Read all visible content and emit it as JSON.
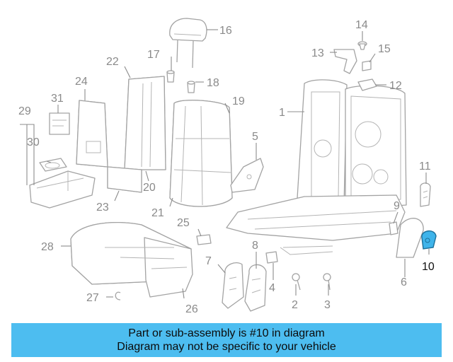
{
  "diagram": {
    "highlight_color": "#3fb4ea",
    "highlighted_part": "10",
    "callouts": [
      "1",
      "2",
      "3",
      "4",
      "5",
      "6",
      "7",
      "8",
      "9",
      "10",
      "11",
      "12",
      "13",
      "14",
      "15",
      "16",
      "17",
      "18",
      "19",
      "20",
      "21",
      "22",
      "23",
      "24",
      "25",
      "26",
      "27",
      "28",
      "29",
      "30",
      "31"
    ]
  },
  "caption": {
    "background": "#4dbdf0",
    "line1": "Part or sub-assembly is #10 in diagram",
    "line2": "Diagram may not be specific to your vehicle"
  }
}
